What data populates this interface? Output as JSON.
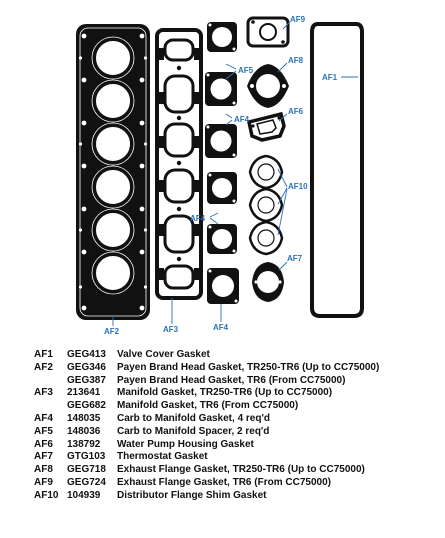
{
  "callouts": {
    "af1": "AF1",
    "af2": "AF2",
    "af3": "AF3",
    "af4a": "AF4",
    "af4b": "AF4",
    "af4c": "AF4",
    "af5": "AF5",
    "af6": "AF6",
    "af7": "AF7",
    "af8": "AF8",
    "af9": "AF9",
    "af10": "AF10"
  },
  "colors": {
    "gasket": "#111111",
    "callout": "#2a73b8"
  },
  "parts": [
    {
      "ref": "AF1",
      "part": "GEG413",
      "desc": "Valve Cover Gasket"
    },
    {
      "ref": "AF2",
      "part": "GEG346",
      "desc": "Payen Brand Head Gasket, TR250-TR6 (Up to CC75000)"
    },
    {
      "ref": "",
      "part": "GEG387",
      "desc": "Payen Brand Head Gasket, TR6 (From CC75000)"
    },
    {
      "ref": "AF3",
      "part": "213641",
      "desc": "Manifold Gasket, TR250-TR6 (Up to CC75000)"
    },
    {
      "ref": "",
      "part": "GEG682",
      "desc": "Manifold Gasket, TR6 (From CC75000)"
    },
    {
      "ref": "AF4",
      "part": "148035",
      "desc": "Carb to Manifold Gasket, 4 req'd"
    },
    {
      "ref": "AF5",
      "part": "148036",
      "desc": "Carb to Manifold Spacer, 2 req'd"
    },
    {
      "ref": "AF6",
      "part": "138792",
      "desc": "Water Pump Housing Gasket"
    },
    {
      "ref": "AF7",
      "part": "GTG103",
      "desc": "Thermostat Gasket"
    },
    {
      "ref": "AF8",
      "part": "GEG718",
      "desc": "Exhaust Flange Gasket, TR250-TR6 (Up to CC75000)"
    },
    {
      "ref": "AF9",
      "part": "GEG724",
      "desc": "Exhaust Flange Gasket, TR6 (From CC75000)"
    },
    {
      "ref": "AF10",
      "part": "104939",
      "desc": "Distributor Flange Shim Gasket"
    }
  ]
}
